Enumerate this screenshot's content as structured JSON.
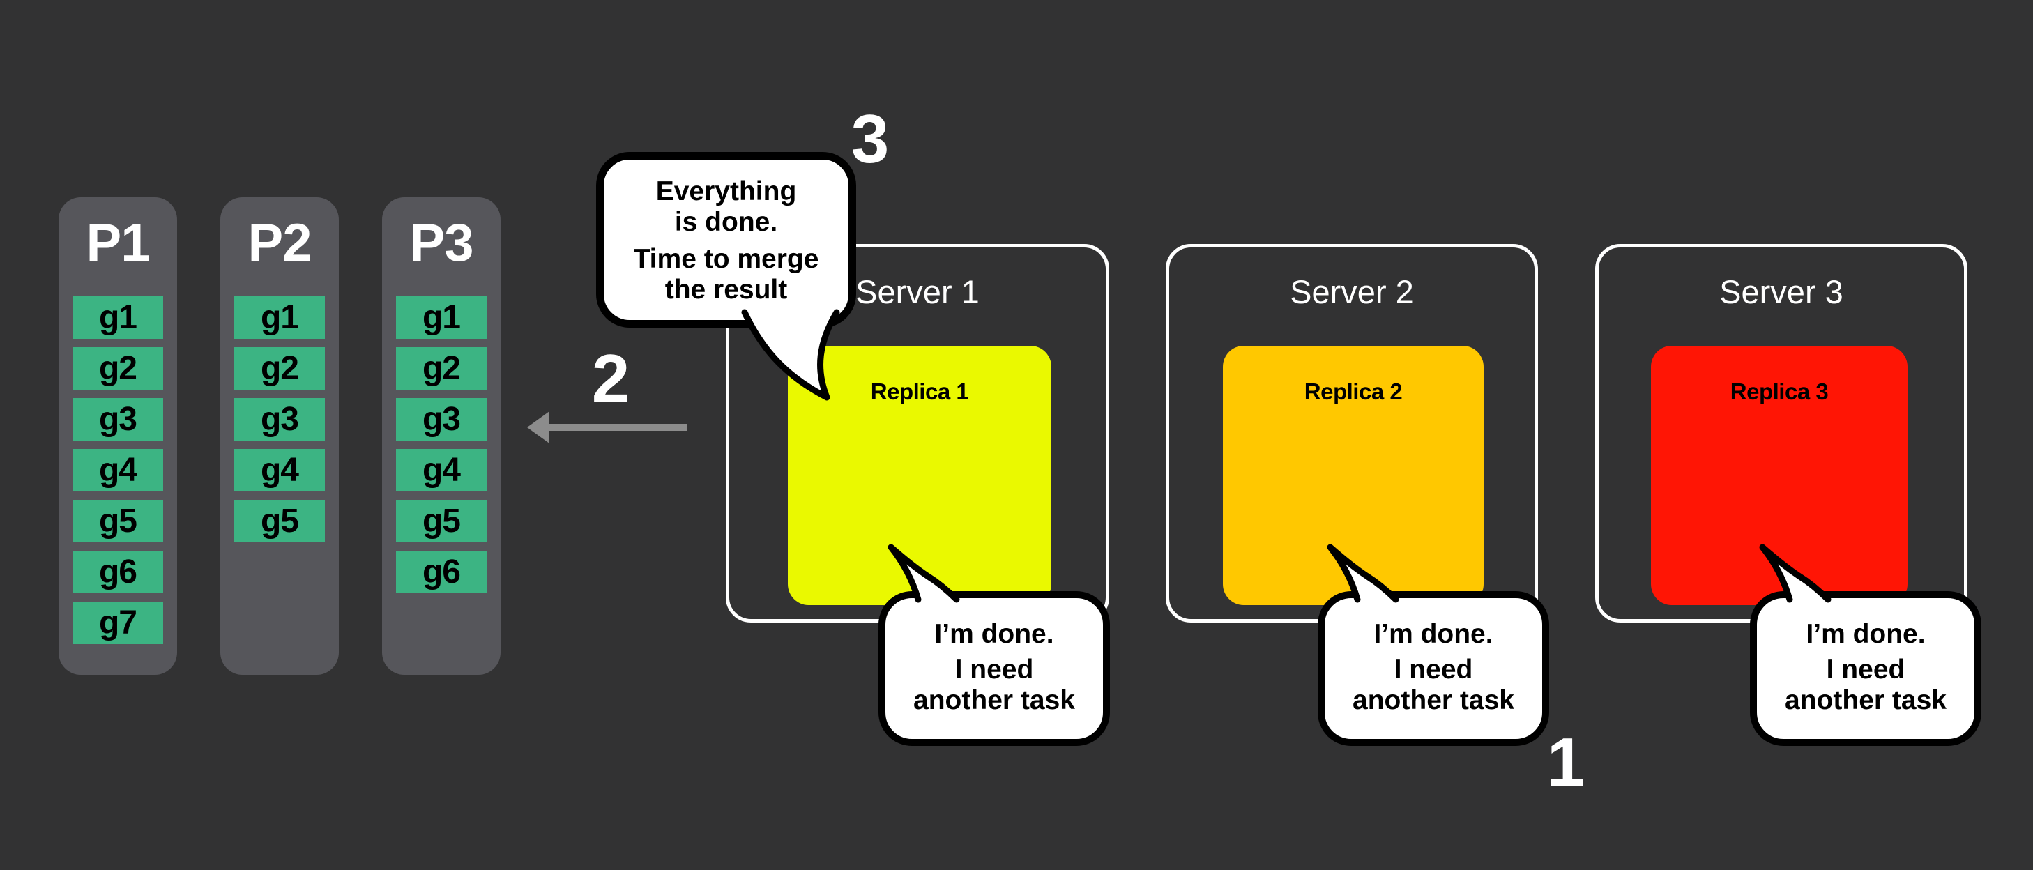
{
  "theme": {
    "page_bg": "#323233",
    "column_bg": "#56565B",
    "group_green": "#3CB483",
    "arrow_gray": "#8C8C8C",
    "bubble_bg": "#FFFFFF",
    "bubble_border": "#000000",
    "server_border": "#FFFFFF"
  },
  "partitions": [
    {
      "label": "P1",
      "groups": [
        "g1",
        "g2",
        "g3",
        "g4",
        "g5",
        "g6",
        "g7"
      ]
    },
    {
      "label": "P2",
      "groups": [
        "g1",
        "g2",
        "g3",
        "g4",
        "g5"
      ]
    },
    {
      "label": "P3",
      "groups": [
        "g1",
        "g2",
        "g3",
        "g4",
        "g5",
        "g6"
      ]
    }
  ],
  "servers": [
    {
      "label": "Server 1",
      "replica": {
        "label": "Replica 1",
        "color": "#EAF900"
      }
    },
    {
      "label": "Server 2",
      "replica": {
        "label": "Replica 2",
        "color": "#FFC800"
      }
    },
    {
      "label": "Server 3",
      "replica": {
        "label": "Replica 3",
        "color": "#FF1505"
      }
    }
  ],
  "speech": {
    "merge_bubble": {
      "lines": [
        "Everything",
        "is done.",
        "Time to merge",
        "the result"
      ]
    },
    "done_bubble": {
      "lines": [
        "I’m done.",
        "I need",
        "another task"
      ]
    }
  },
  "step_labels": {
    "one": "1",
    "two": "2",
    "three": "3"
  }
}
